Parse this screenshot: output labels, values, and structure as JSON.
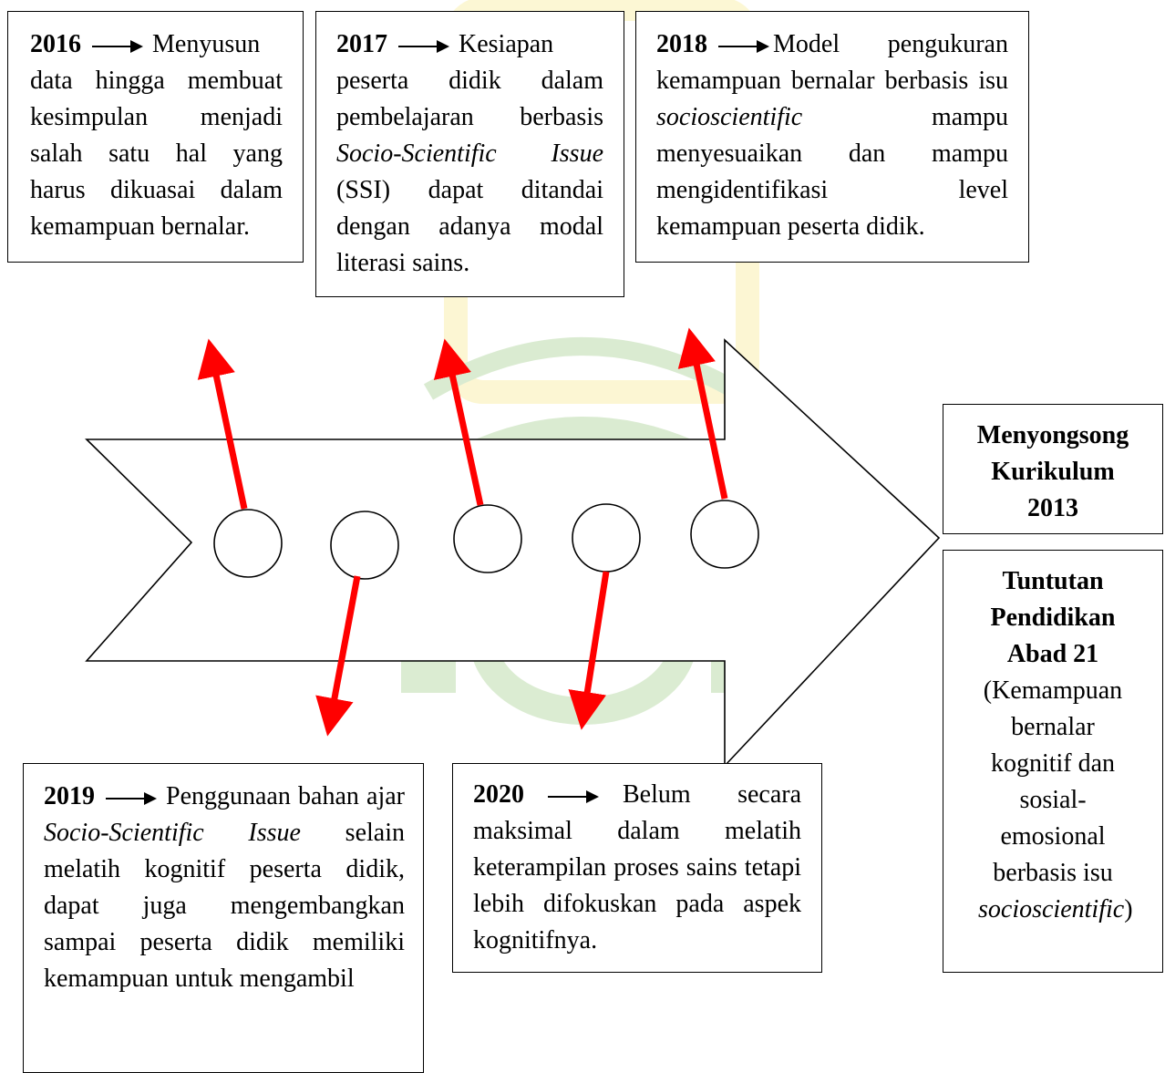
{
  "boxes": {
    "y2016": {
      "year": "2016",
      "text": "Menyusun data hingga membuat kesimpulan menjadi salah satu hal yang harus dikuasai dalam kemampuan bernalar."
    },
    "y2017": {
      "year": "2017",
      "text_a": "Kesiapan peserta didik dalam pembelajaran berbasis ",
      "text_italic": "Socio-Scientific Issue",
      "text_b": " (SSI) dapat ditandai dengan adanya modal literasi sains."
    },
    "y2018": {
      "year": "2018",
      "text_a": "Model pengukuran kemampuan bernalar berbasis isu ",
      "text_italic": "socioscientific",
      "text_b": " mampu menyesuaikan dan mampu mengidentifikasi level kemampuan peserta didik."
    },
    "y2019": {
      "year": "2019",
      "text_a": "Penggunaan bahan ajar ",
      "text_italic": "Socio-Scientific Issue",
      "text_b": " selain melatih kognitif peserta didik, dapat juga mengembangkan sampai peserta didik memiliki kemampuan untuk mengambil"
    },
    "y2020": {
      "year": "2020",
      "text": "Belum secara maksimal dalam melatih keterampilan proses sains tetapi lebih difokuskan pada aspek kognitifnya."
    }
  },
  "side": {
    "top": {
      "line1": "Menyongsong",
      "line2": "Kurikulum",
      "line3": "2013"
    },
    "bottom": {
      "line1": "Tuntutan",
      "line2": "Pendidikan",
      "line3": "Abad 21",
      "text_a": "(Kemampuan bernalar kognitif dan sosial-emosional berbasis isu ",
      "text_italic": "socioscientific",
      "text_b": ")"
    }
  },
  "colors": {
    "arrow": "#ff0000",
    "watermark_green": "#5aa832",
    "watermark_yellow": "#f2d93a"
  }
}
